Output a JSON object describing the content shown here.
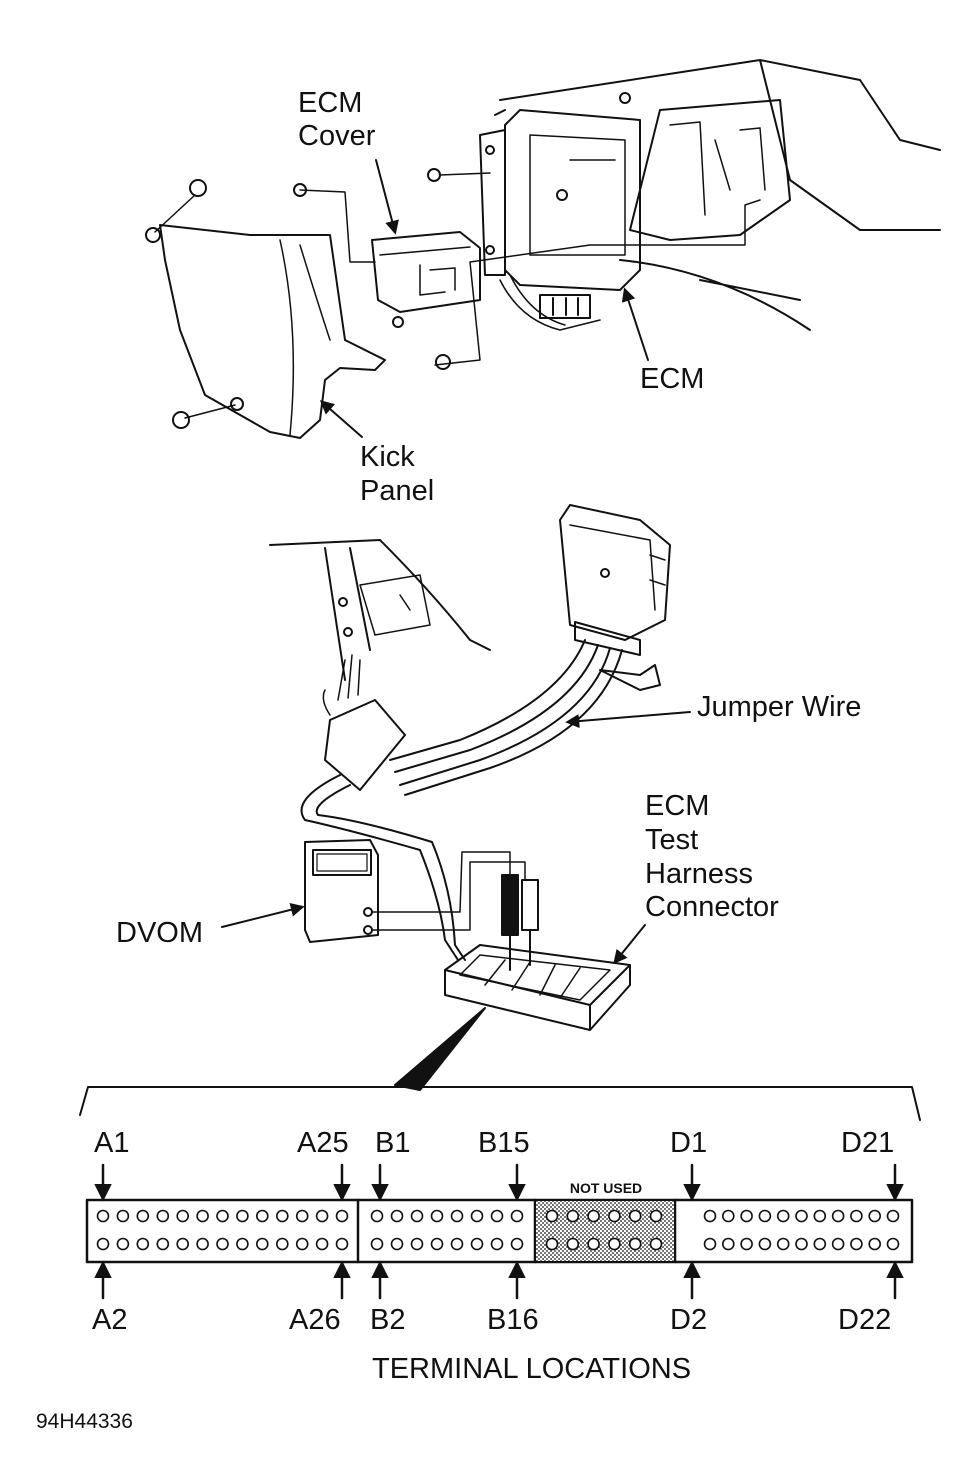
{
  "labels": {
    "ecm_cover_1": "ECM",
    "ecm_cover_2": "Cover",
    "ecm": "ECM",
    "kick_panel_1": "Kick",
    "kick_panel_2": "Panel",
    "jumper_wire": "Jumper Wire",
    "dvom": "DVOM",
    "harness_1": "ECM",
    "harness_2": "Test",
    "harness_3": "Harness",
    "harness_4": "Connector"
  },
  "terminals": {
    "title": "TERMINAL LOCATIONS",
    "not_used": "NOT USED",
    "a_top_left": "A1",
    "a_top_right": "A25",
    "a_bot_left": "A2",
    "a_bot_right": "A26",
    "b_top_left": "B1",
    "b_top_right": "B15",
    "b_bot_left": "B2",
    "b_bot_right": "B16",
    "d_top_left": "D1",
    "d_top_right": "D21",
    "d_bot_left": "D2",
    "d_bot_right": "D22",
    "a_pins_per_row": 13,
    "b_pins_per_row": 8,
    "unused_pins_per_row": 6,
    "d_pins_per_row": 11
  },
  "figure_id": "94H44336"
}
